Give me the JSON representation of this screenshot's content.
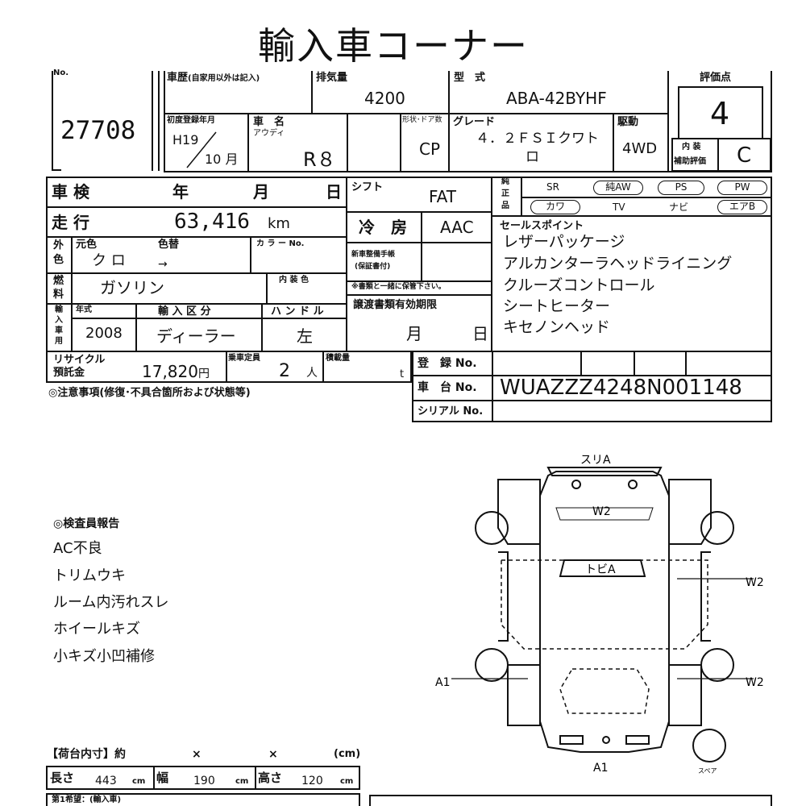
{
  "title": "輸入車コーナー",
  "lot": {
    "label": "No.",
    "number": "27708"
  },
  "history": {
    "label": "車歴",
    "note": "(自家用以外は記入)"
  },
  "displacement": {
    "label": "排気量",
    "value": "4200"
  },
  "model": {
    "label": "型　式",
    "value": "ABA-42BYHF"
  },
  "score": {
    "label": "評価点",
    "value": "4"
  },
  "first_reg": {
    "label": "初度登録年月",
    "year": "H19",
    "month": "10",
    "month_unit": "月"
  },
  "car_name": {
    "label": "車　名",
    "maker": "アウディ",
    "value": "R８"
  },
  "body": {
    "label": "形状･ドア数",
    "value": "CP"
  },
  "grade": {
    "label": "グレード",
    "line1": "４．２ＦＳＩクワト",
    "line2": "ロ"
  },
  "drive": {
    "label": "駆動",
    "value": "4WD"
  },
  "interior_score": {
    "label1": "内 装",
    "label2": "補助評価",
    "value": "C"
  },
  "inspection": {
    "label": "車 検",
    "year": "年",
    "month": "月",
    "day": "日"
  },
  "shift": {
    "label": "シフト",
    "value": "FAT"
  },
  "equipment": {
    "label1": "純",
    "label2": "正",
    "label3": "品",
    "row1": [
      "SR",
      "純AW",
      "PS",
      "PW"
    ],
    "row2": [
      "カワ",
      "TV",
      "ナビ",
      "エアB"
    ]
  },
  "mileage": {
    "label": "走 行",
    "value": "63,416",
    "unit": "km"
  },
  "ac": {
    "label": "冷　房",
    "value": "AAC"
  },
  "color": {
    "label1": "外",
    "label2": "色",
    "orig_label": "元色",
    "orig": "ク ロ",
    "change_label": "色替",
    "arrow": "→",
    "code_label": "カ ラ ー No."
  },
  "maintenance": {
    "label1": "新車整備手帳",
    "label2": "(保証書付)",
    "note": "※書類と一緒に保管下さい。"
  },
  "fuel": {
    "label1": "燃",
    "label2": "料",
    "value": "ガソリン",
    "interior_color_label": "内 装 色"
  },
  "import": {
    "label1": "輸",
    "label2": "入",
    "label3": "車",
    "label4": "用",
    "year_label": "年式",
    "year": "2008",
    "type_label": "輸 入 区 分",
    "type": "ディーラー",
    "handle_label": "ハ ン ド ル",
    "handle": "左"
  },
  "docs": {
    "label": "譲渡書類有効期限",
    "month": "月",
    "day": "日"
  },
  "sales_points": {
    "label": "セールスポイント",
    "items": [
      "レザーパッケージ",
      "アルカンターラヘッドライニング",
      "クルーズコントロール",
      "シートヒーター",
      "キセノンヘッド"
    ]
  },
  "recycle": {
    "label1": "リサイクル",
    "label2": "預託金",
    "value": "17,820",
    "unit": "円"
  },
  "capacity": {
    "label": "乗車定員",
    "value": "2",
    "unit": "人"
  },
  "load": {
    "label": "積載量",
    "unit": "t"
  },
  "registration": {
    "label": "登　録 No."
  },
  "chassis": {
    "label": "車　台 No.",
    "value": "WUAZZZ4248N001148"
  },
  "serial": {
    "label": "シリアル No."
  },
  "caution": "◎注意事項(修復･不具合箇所および状態等)",
  "inspector": {
    "title": "◎検査員報告",
    "items": [
      "AC不良",
      "トリムウキ",
      "ルーム内汚れスレ",
      "ホイールキズ",
      "小キズ小凹補修"
    ]
  },
  "diagram": {
    "front": "スリA",
    "hood": "W2",
    "roof": "トビA",
    "right_side": "W2",
    "right_rear": "W2",
    "left_rear": "A1",
    "rear": "A1",
    "spare": "スペア"
  },
  "cargo": {
    "label": "【荷台内寸】約",
    "x1": "×",
    "x2": "×",
    "unit": "(cm)",
    "length_label": "長さ",
    "length": "443",
    "length_unit": "cm",
    "width_label": "幅",
    "width": "190",
    "width_unit": "cm",
    "height_label": "高さ",
    "height": "120",
    "height_unit": "cm"
  },
  "owner_label": "第1希望：(輸入車)"
}
